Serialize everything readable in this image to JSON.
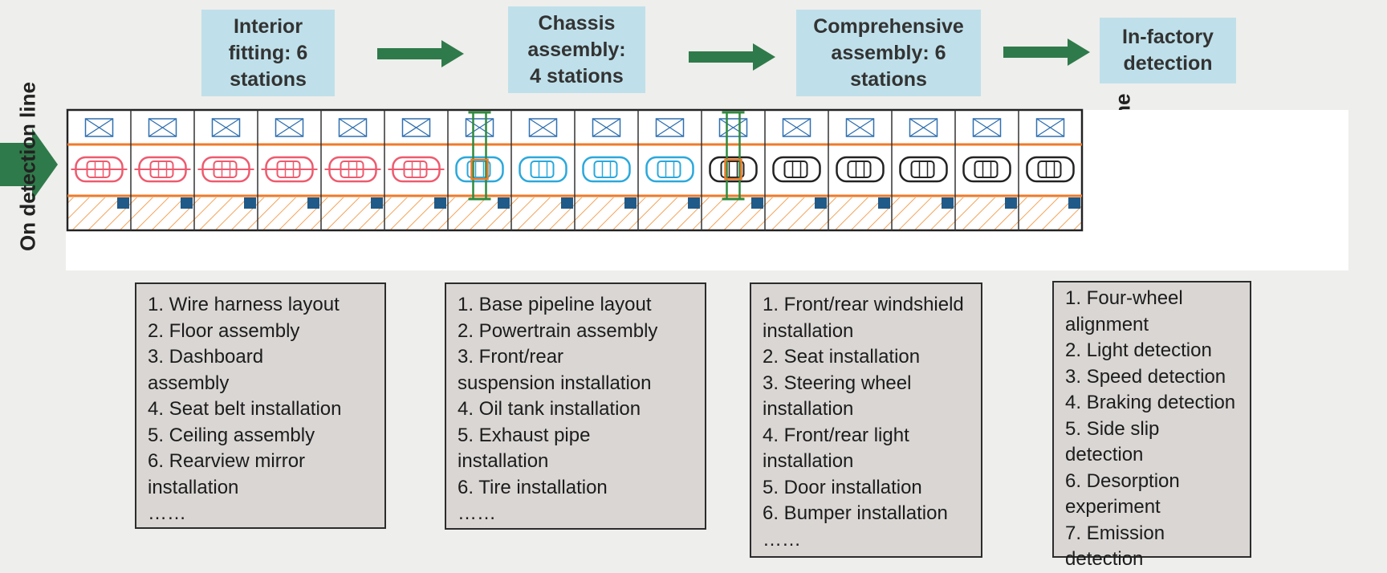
{
  "stages": [
    {
      "title": "Interior fitting: 6 stations"
    },
    {
      "title": "Chassis assembly: 4 stations"
    },
    {
      "title": "Comprehensive assembly: 6 stations"
    },
    {
      "title": "In-factory detection"
    }
  ],
  "side_labels": {
    "left": "On detection line",
    "right": "On factory line"
  },
  "line": {
    "stations": 16,
    "vehicle_groups": [
      {
        "stage": "interior fitting",
        "count": 6,
        "color": "#ee5a6e"
      },
      {
        "stage": "chassis assembly",
        "count": 4,
        "color": "#2aa8dc"
      },
      {
        "stage": "comprehensive assembly",
        "count": 6,
        "color": "#222222"
      }
    ],
    "colors": {
      "rail": "#ef7b2a",
      "hatch": "#f4a35a",
      "marker": "#1f5a88",
      "crate": "#2e6fb0",
      "gantry": "#2f8a3e",
      "arrow": "#2f7a4a"
    }
  },
  "task_lists": [
    {
      "items": [
        "1. Wire harness layout",
        "2. Floor assembly",
        "3. Dashboard",
        "assembly",
        "4. Seat belt installation",
        "5. Ceiling assembly",
        "6. Rearview mirror",
        "installation",
        "……"
      ]
    },
    {
      "items": [
        "1. Base pipeline layout",
        "2. Powertrain assembly",
        "3. Front/rear",
        "suspension installation",
        "4. Oil tank installation",
        "5. Exhaust pipe",
        "installation",
        "6. Tire installation",
        "……"
      ]
    },
    {
      "items": [
        "1. Front/rear windshield",
        "installation",
        "2. Seat installation",
        "3. Steering wheel",
        "installation",
        "4. Front/rear light",
        "installation",
        "5. Door installation",
        "6. Bumper installation",
        "……"
      ]
    },
    {
      "items": [
        "1. Four-wheel",
        "alignment",
        "2. Light detection",
        "3. Speed detection",
        "4. Braking detection",
        "5. Side slip detection",
        "6. Desorption",
        "experiment",
        "7. Emission",
        "detection"
      ]
    }
  ]
}
